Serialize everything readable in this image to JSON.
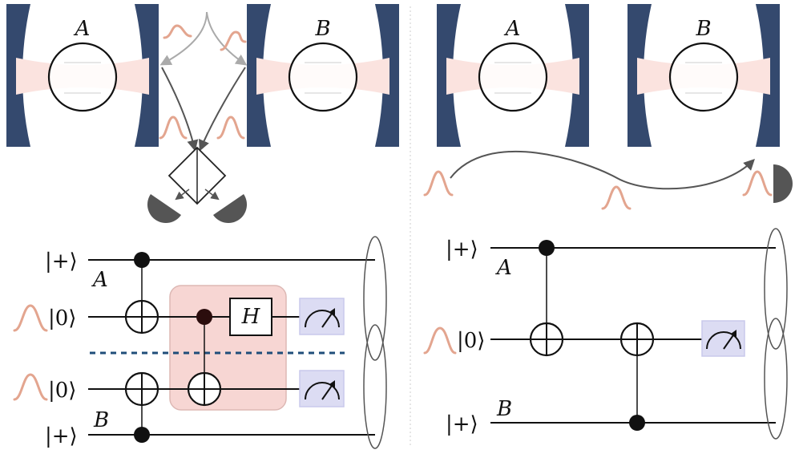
{
  "left_panel": {
    "cavity_a_label": "A",
    "cavity_b_label": "B",
    "circuit": {
      "ket_top": "|+⟩",
      "ket_photon_1": "|0⟩",
      "ket_photon_2": "|0⟩",
      "ket_bottom": "|+⟩",
      "qubit_label_a": "A",
      "qubit_label_b": "B",
      "hadamard_label": "H"
    }
  },
  "right_panel": {
    "cavity_a_label": "A",
    "cavity_b_label": "B",
    "circuit": {
      "ket_top": "|+⟩",
      "ket_photon": "|0⟩",
      "ket_bottom": "|+⟩",
      "qubit_label_a": "A",
      "qubit_label_b": "B"
    }
  },
  "colors": {
    "mirror": "#34496e",
    "photon_pulse": "#e3a58f",
    "laser_beam": "#fbe3df",
    "entangling_box": "#f7d6d3",
    "measurement_box": "#dcdcf3",
    "separator_dashed": "#1f4d7a",
    "detector": "#555555"
  },
  "icons": [
    "detector-icon",
    "beam-splitter-icon",
    "meter-icon",
    "photon-pulse-icon"
  ]
}
